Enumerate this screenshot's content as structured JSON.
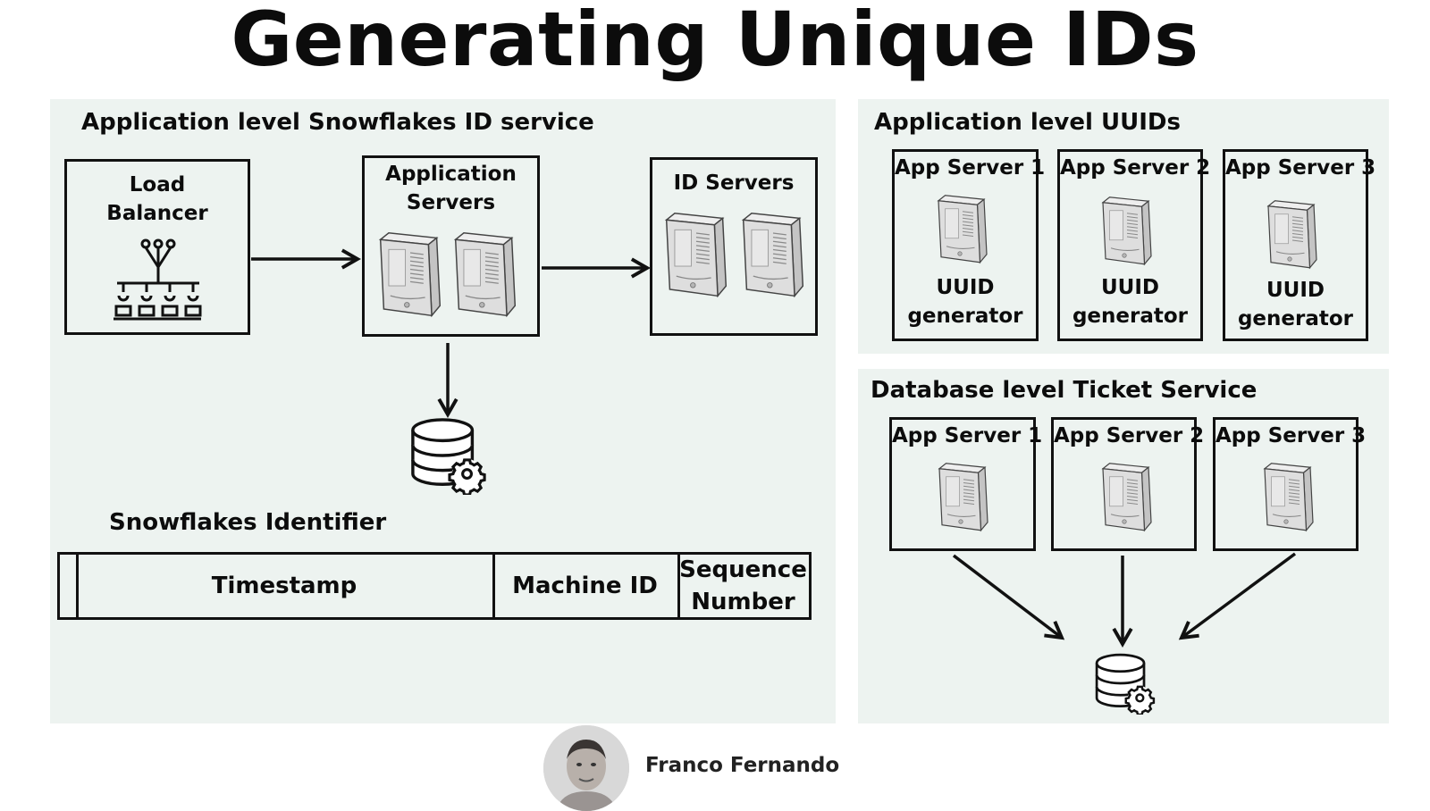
{
  "title": "Generating Unique IDs",
  "snowflake_section": {
    "title": "Application level Snowflakes ID service",
    "load_balancer": {
      "label_line1": "Load",
      "label_line2": "Balancer"
    },
    "app_servers": {
      "label_line1": "Application",
      "label_line2": "Servers"
    },
    "id_servers": {
      "label": "ID Servers"
    },
    "identifier_title": "Snowflakes Identifier",
    "identifier_fields": {
      "timestamp": "Timestamp",
      "machine_id": "Machine ID",
      "sequence_line1": "Sequence",
      "sequence_line2": "Number"
    }
  },
  "uuid_section": {
    "title": "Application level UUIDs",
    "servers": [
      {
        "name": "App Server 1",
        "gen_line1": "UUID",
        "gen_line2": "generator"
      },
      {
        "name": "App Server 2",
        "gen_line1": "UUID",
        "gen_line2": "generator"
      },
      {
        "name": "App Server 3",
        "gen_line1": "UUID",
        "gen_line2": "generator"
      }
    ]
  },
  "ticket_section": {
    "title": "Database level Ticket Service",
    "servers": [
      {
        "name": "App Server 1"
      },
      {
        "name": "App Server 2"
      },
      {
        "name": "App Server 3"
      }
    ]
  },
  "footer": {
    "author": "Franco Fernando"
  },
  "colors": {
    "panel_bg": "#edf3f0",
    "stroke": "#111111",
    "server_fill": "#dcdcdc"
  }
}
